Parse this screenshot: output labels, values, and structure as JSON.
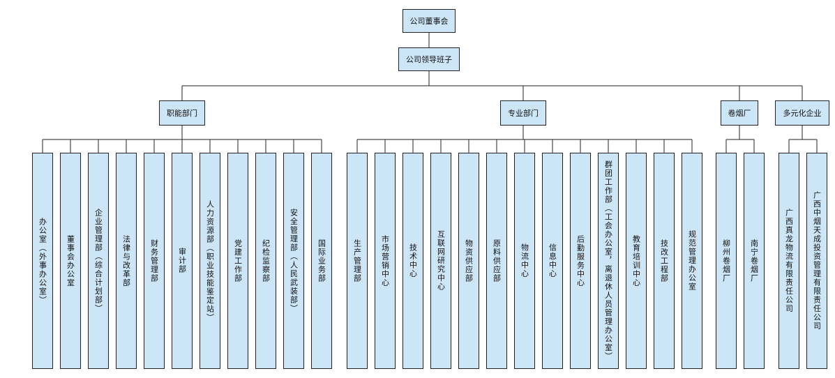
{
  "board": "公司董事会",
  "leadership": "公司领导班子",
  "groups": [
    {
      "name": "职能部门",
      "units": [
        "办公室（外事办公室）",
        "董事会办公室",
        "企业管理部（综合计划部）",
        "法律与改革部",
        "财务管理部",
        "审计部",
        "人力资源部（职业技能鉴定站）",
        "党建工作部",
        "纪检监察部",
        "安全管理部（人民武装部）",
        "国际业务部"
      ]
    },
    {
      "name": "专业部门",
      "units": [
        "生产管理部",
        "市场营销中心",
        "技术中心",
        "互联网研究中心",
        "物资供应部",
        "原料供应部",
        "物流中心",
        "信息中心",
        "后勤服务中心",
        "群团工作部（工会办公室，离退休人员管理办公室）",
        "教育培训中心",
        "技改工程部",
        "规范管理办公室"
      ]
    },
    {
      "name": "卷烟厂",
      "units": [
        "柳州卷烟厂",
        "南宁卷烟厂"
      ]
    },
    {
      "name": "多元化企业",
      "units": [
        "广西真龙物流有限责任公司",
        "广西中烟天成投资管理有限责任公司"
      ]
    }
  ]
}
